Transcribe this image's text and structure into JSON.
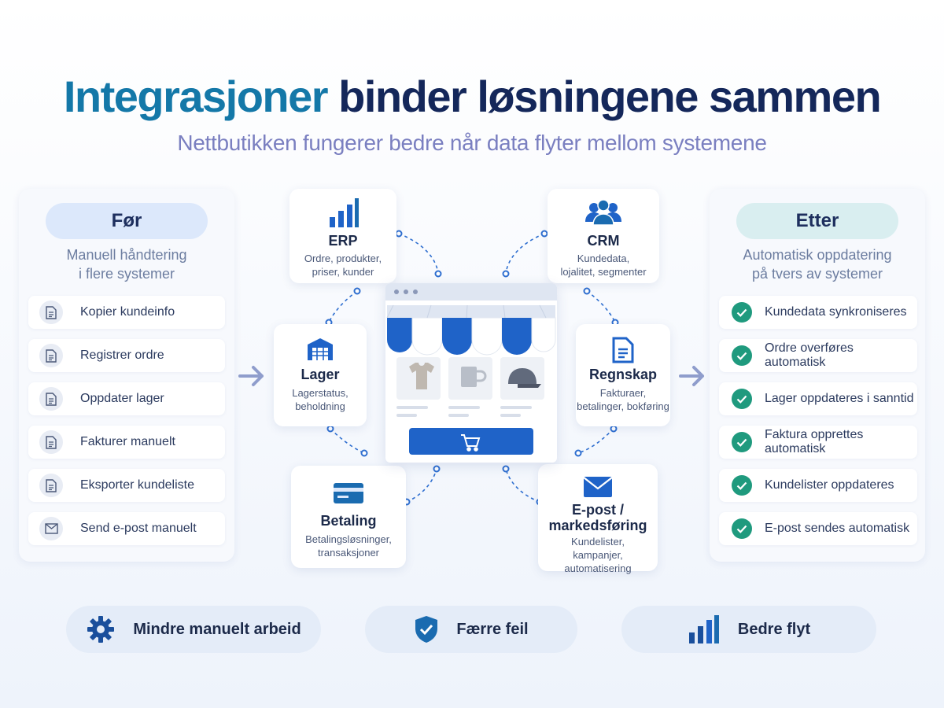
{
  "title": {
    "part1": "Integrasjoner",
    "part2": "binder løsningene sammen"
  },
  "subtitle": "Nettbutikken fungerer bedre når data flyter mellom systemene",
  "before": {
    "label": "Før",
    "description_line1": "Manuell håndtering",
    "description_line2": "i flere systemer",
    "steps": [
      {
        "text": "Kopier kundeinfo",
        "icon": "document-icon"
      },
      {
        "text": "Registrer ordre",
        "icon": "document-icon"
      },
      {
        "text": "Oppdater lager",
        "icon": "document-icon"
      },
      {
        "text": "Fakturer manuelt",
        "icon": "document-icon"
      },
      {
        "text": "Eksporter kundeliste",
        "icon": "document-icon"
      },
      {
        "text": "Send e-post manuelt",
        "icon": "mail-icon"
      }
    ]
  },
  "after": {
    "label": "Etter",
    "description_line1": "Automatisk oppdatering",
    "description_line2": "på tvers av systemer",
    "steps": [
      {
        "text": "Kundedata synkroniseres",
        "icon": "check-icon"
      },
      {
        "text": "Ordre overføres automatisk",
        "icon": "check-icon"
      },
      {
        "text": "Lager oppdateres i sanntid",
        "icon": "check-icon"
      },
      {
        "text": "Faktura opprettes automatisk",
        "icon": "check-icon"
      },
      {
        "text": "Kundelister oppdateres",
        "icon": "check-icon"
      },
      {
        "text": "E-post sendes automatisk",
        "icon": "check-icon"
      }
    ]
  },
  "systems": {
    "erp": {
      "title": "ERP",
      "desc_line1": "Ordre, produkter,",
      "desc_line2": "priser, kunder",
      "icon": "bar-chart-icon"
    },
    "crm": {
      "title": "CRM",
      "desc_line1": "Kundedata,",
      "desc_line2": "lojalitet, segmenter",
      "icon": "users-icon"
    },
    "lager": {
      "title": "Lager",
      "desc_line1": "Lagerstatus,",
      "desc_line2": "beholdning",
      "icon": "warehouse-icon"
    },
    "regnskap": {
      "title": "Regnskap",
      "desc_line1": "Fakturaer,",
      "desc_line2": "betalinger, bokføring",
      "icon": "document-icon"
    },
    "betaling": {
      "title": "Betaling",
      "desc_line1": "Betalingsløsninger,",
      "desc_line2": "transaksjoner",
      "icon": "credit-card-icon"
    },
    "epost": {
      "title_line1": "E-post /",
      "title_line2": "markedsføring",
      "desc_line1": "Kundelister,",
      "desc_line2": "kampanjer, automatisering",
      "icon": "envelope-icon"
    }
  },
  "store": {
    "icons": [
      "browser-dots-icon",
      "awning-icon",
      "tshirt-icon",
      "mug-icon",
      "cap-icon",
      "cart-icon"
    ]
  },
  "benefits": [
    {
      "text": "Mindre manuelt arbeid",
      "icon": "gear-icon"
    },
    {
      "text": "Færre feil",
      "icon": "shield-check-icon"
    },
    {
      "text": "Bedre flyt",
      "icon": "bar-chart-icon"
    }
  ],
  "colors": {
    "title_teal": "#1478a8",
    "title_navy": "#14275a",
    "subtitle": "#7a7fc0",
    "accent_blue": "#1f63c8",
    "check_green": "#1f9a7e",
    "pill_before": "#dce8fb",
    "pill_after": "#d9eef0"
  }
}
